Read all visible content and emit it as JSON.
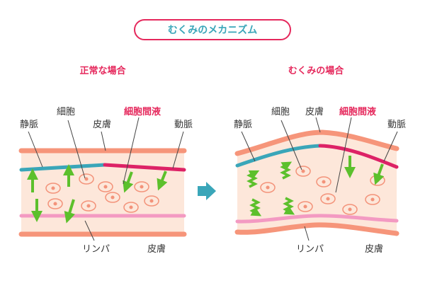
{
  "title": "むくみのメカニズム",
  "panels": {
    "normal": {
      "heading": "正常な場合",
      "labels": {
        "vein": "静脈",
        "cell": "細胞",
        "skin_top": "皮膚",
        "interstitial": "細胞間液",
        "artery": "動脈",
        "lymph": "リンパ",
        "skin_bottom": "皮膚"
      }
    },
    "edema": {
      "heading": "むくみの場合",
      "labels": {
        "vein": "静脈",
        "cell": "細胞",
        "skin_top": "皮膚",
        "interstitial": "細胞間液",
        "artery": "動脈",
        "lymph": "リンパ",
        "skin_bottom": "皮膚"
      }
    }
  },
  "colors": {
    "accent": "#3aa6b9",
    "heading": "#e5285c",
    "skin": "#f6957a",
    "tissue": "#fde7da",
    "vein": "#3aa6b9",
    "artery": "#dd2266",
    "lymph": "#f39ac2",
    "cell": "#f3937a",
    "flow_arrow": "#5cc02c",
    "arrow_between": "#3aa6b9"
  }
}
